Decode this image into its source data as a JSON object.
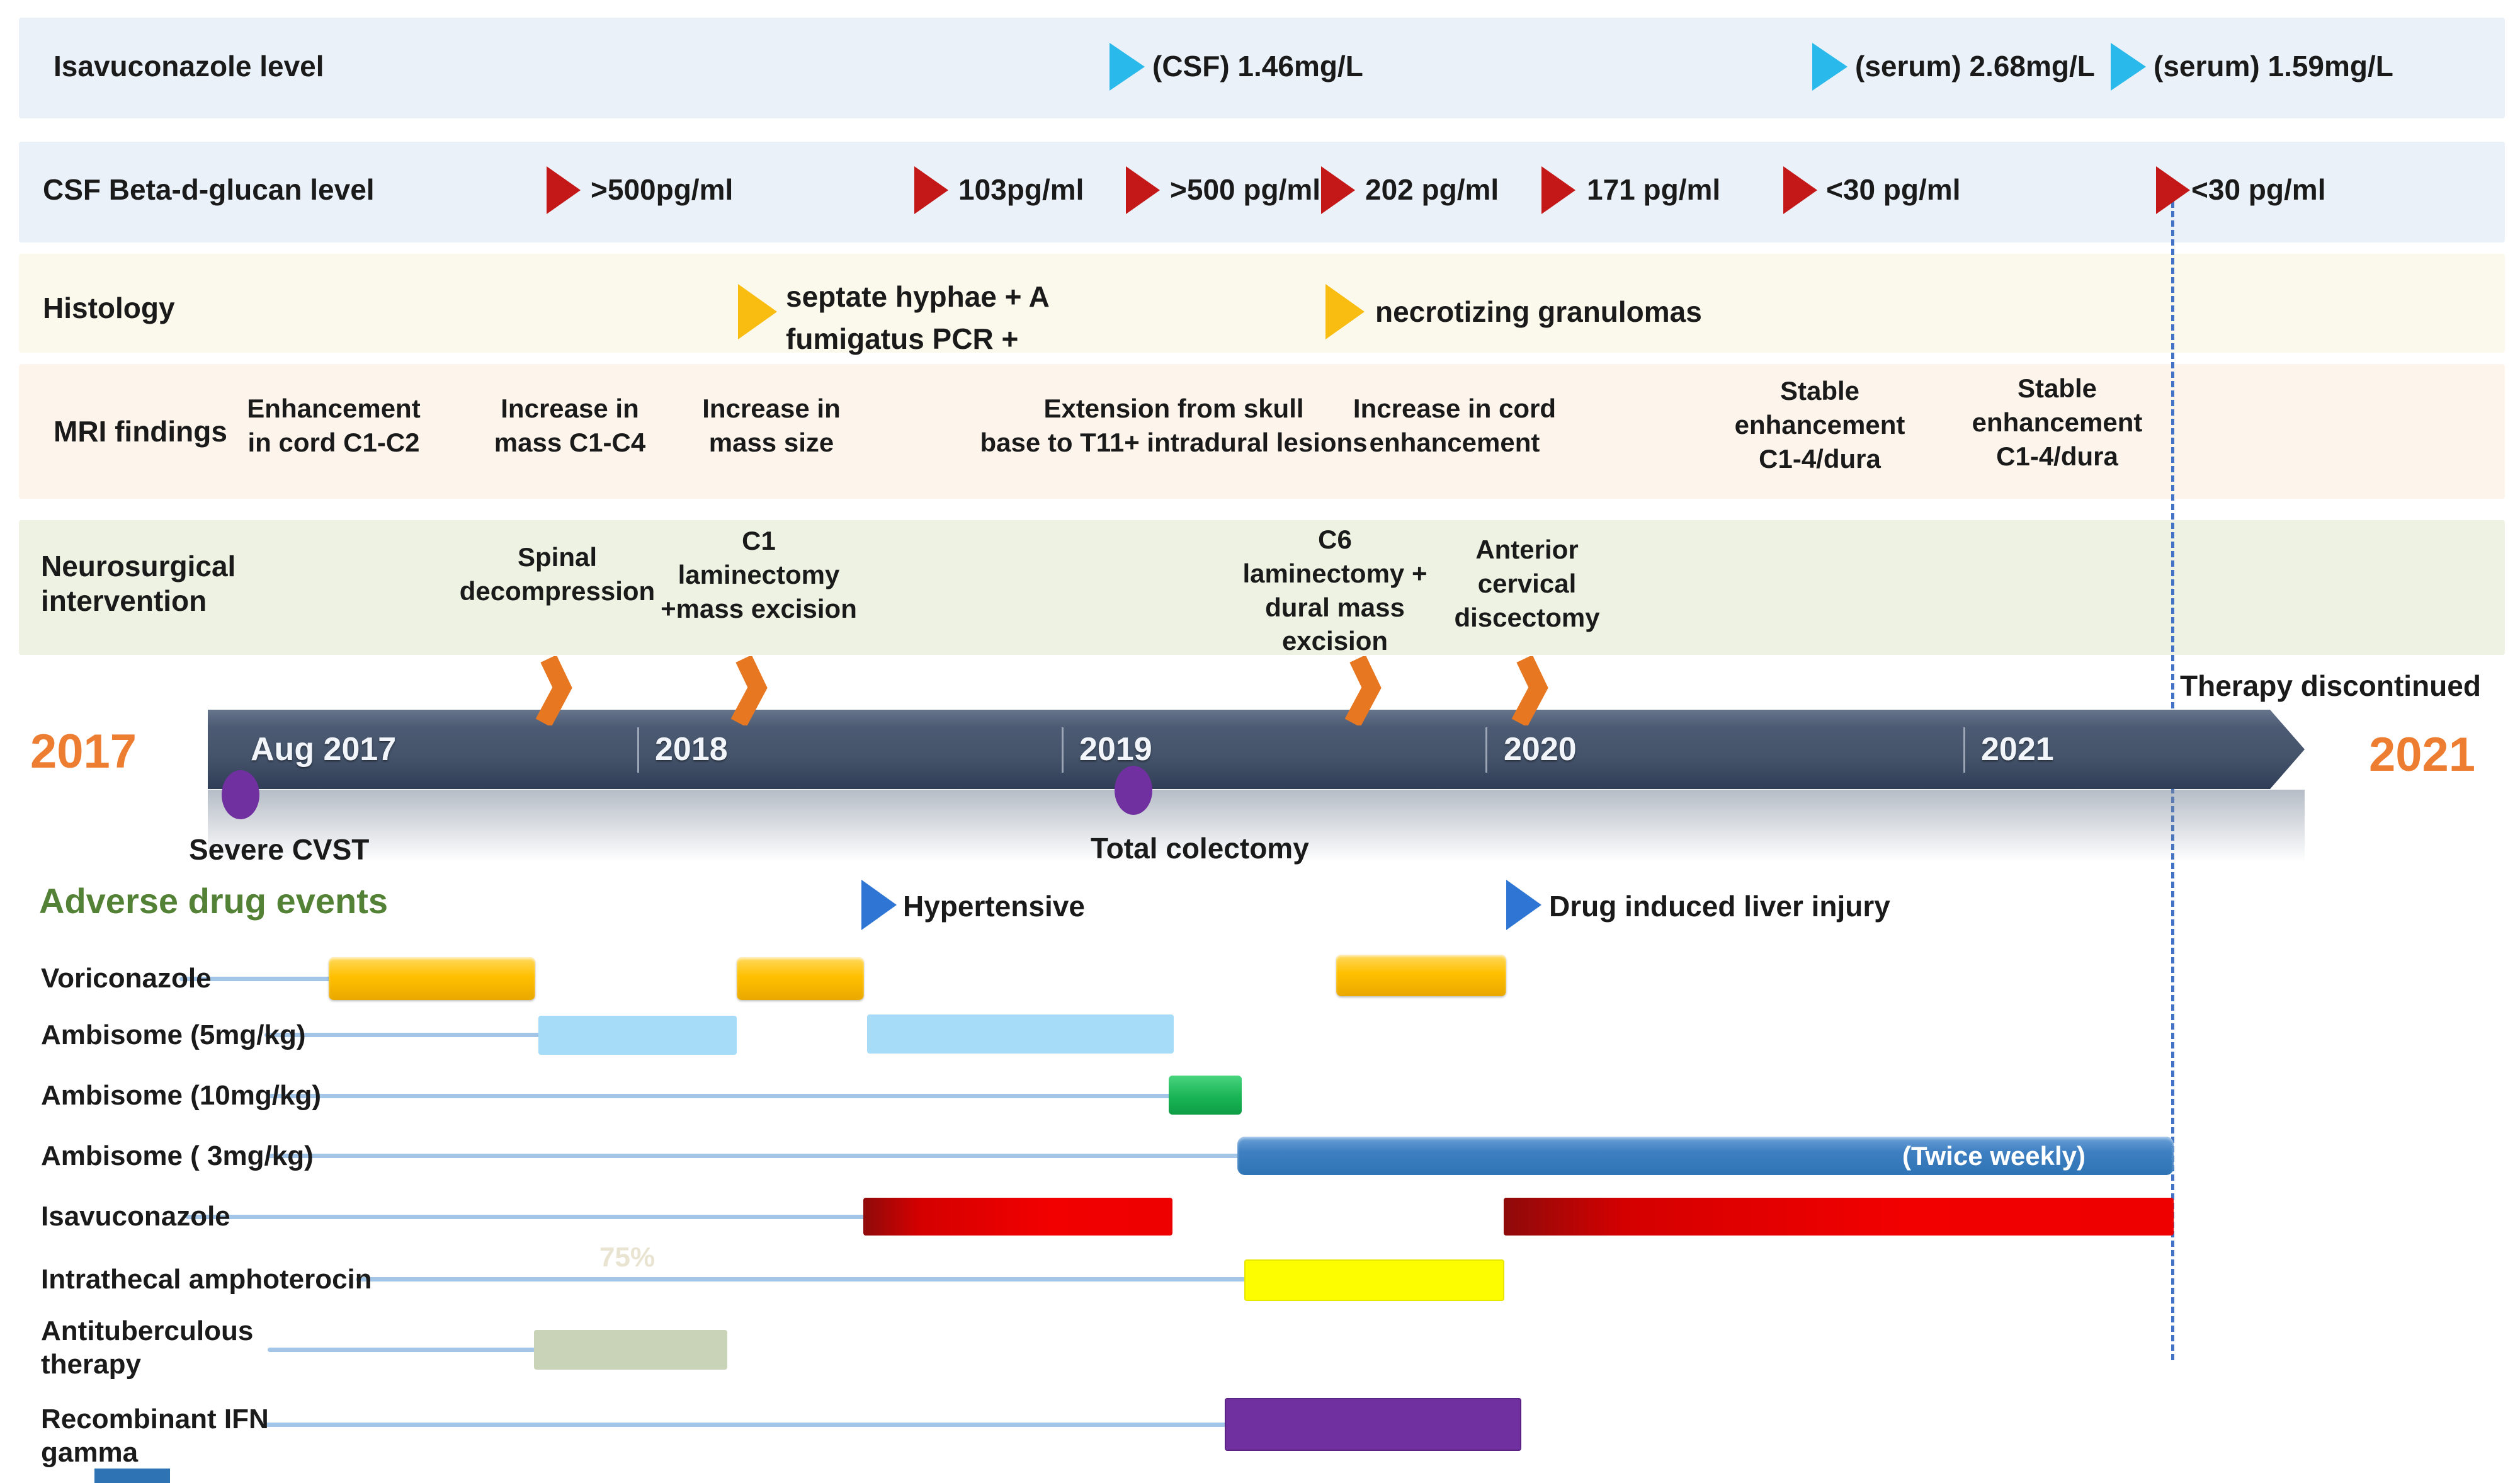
{
  "rows": {
    "isavu": {
      "label": "Isavuconazole level",
      "m1": "(CSF) 1.46mg/L",
      "m2": "(serum) 2.68mg/L",
      "m3": "(serum) 1.59mg/L"
    },
    "csf": {
      "label": "CSF Beta-d-glucan level",
      "m1": ">500pg/ml",
      "m2": "103pg/ml",
      "m3": ">500 pg/ml",
      "m4": "202 pg/ml",
      "m5": "171 pg/ml",
      "m6": "<30 pg/ml",
      "m7": "<30 pg/ml"
    },
    "histology": {
      "label": "Histology",
      "m1": "septate hyphae + A\nfumigatus PCR +",
      "m2": "necrotizing granulomas"
    },
    "mri": {
      "label": "MRI findings",
      "f1": "Enhancement\nin cord C1-C2",
      "f2": "Increase in\nmass C1-C4",
      "f3": "Increase in\nmass size",
      "f4": "Extension from skull\nbase to T11+ intradural lesions",
      "f5": "Increase in cord\nenhancement",
      "f6": "Stable\nenhancement\nC1-4/dura",
      "f7": "Stable\nenhancement\nC1-4/dura"
    },
    "neuro": {
      "label": "Neurosurgical\nintervention",
      "e1": "Spinal\ndecompression",
      "e2": "C1\nlaminectomy\n+mass excision",
      "e3": "C6\nlaminectomy +\ndural mass\nexcision",
      "e4": "Anterior\ncervical\ndiscectomy"
    }
  },
  "timeline": {
    "year_left": "2017",
    "year_right": "2021",
    "seg1": "Aug 2017",
    "seg2": "2018",
    "seg3": "2019",
    "seg4": "2020",
    "seg5": "2021",
    "event1": "Severe CVST",
    "event2": "Total colectomy",
    "discontinued": "Therapy discontinued"
  },
  "adverse": {
    "title": "Adverse drug events",
    "event1": "Hypertensive",
    "event2": "Drug induced liver injury"
  },
  "drugs": {
    "d1": {
      "label": "Voriconazole"
    },
    "d2": {
      "label": "Ambisome (5mg/kg)"
    },
    "d3": {
      "label": "Ambisome (10mg/kg)"
    },
    "d4": {
      "label": "Ambisome ( 3mg/kg)",
      "note": "(Twice weekly)"
    },
    "d5": {
      "label": "Isavuconazole"
    },
    "d6": {
      "label": "Intrathecal amphoterocin",
      "watermark": "75%"
    },
    "d7": {
      "label": "Antituberculous\ntherapy"
    },
    "d8": {
      "label": "Recombinant IFN\ngamma"
    }
  },
  "colors": {
    "band_blue": "#eaf1f8",
    "band_cream": "#fbf8ec",
    "band_peach": "#fdf5ec",
    "band_green": "#edf2e2",
    "marker_cyan": "#29b9ea",
    "marker_red": "#c41818",
    "marker_gold": "#f8bd10",
    "marker_blue": "#2e75d4",
    "chevron_orange": "#e87722",
    "timeline_bar": "#44536a",
    "year_orange": "#ed7d31",
    "event_purple": "#7030a0",
    "dashed_line": "#4472c4",
    "title_green": "#538135",
    "bar_gold": "#ffc000",
    "bar_lightblue": "#a6dcf7",
    "bar_green": "#19b455",
    "bar_blue": "#2e74b5",
    "bar_red": "#e60000",
    "bar_yellow": "#fdfd00",
    "bar_sage": "#c9d3b8",
    "bar_purple": "#7030a0"
  }
}
